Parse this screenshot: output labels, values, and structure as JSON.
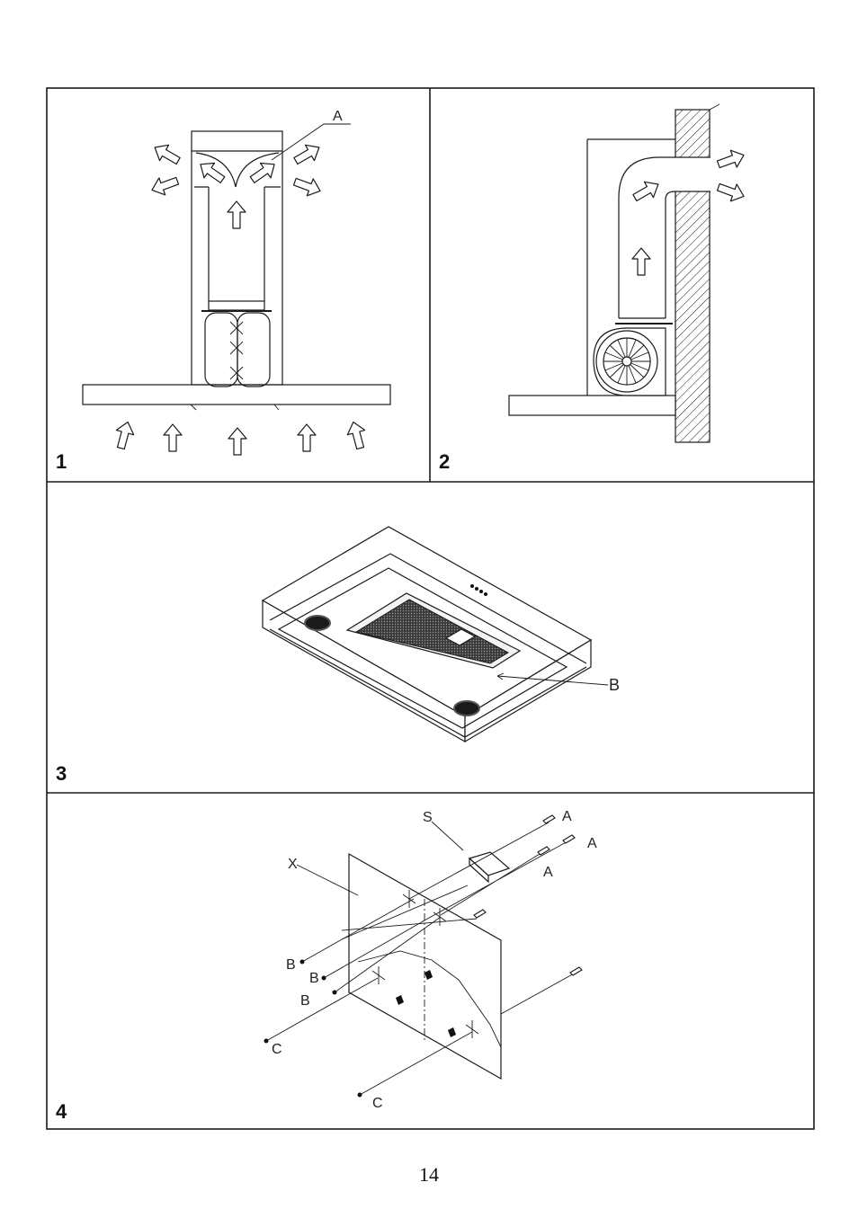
{
  "figures": [
    {
      "number": "1",
      "labels": [
        "A"
      ]
    },
    {
      "number": "2",
      "labels": []
    },
    {
      "number": "3",
      "labels": [
        "B"
      ]
    },
    {
      "number": "4",
      "labels": [
        "S",
        "X",
        "A",
        "A",
        "A",
        "B",
        "B",
        "B",
        "C",
        "C"
      ]
    }
  ],
  "page_number": "14"
}
